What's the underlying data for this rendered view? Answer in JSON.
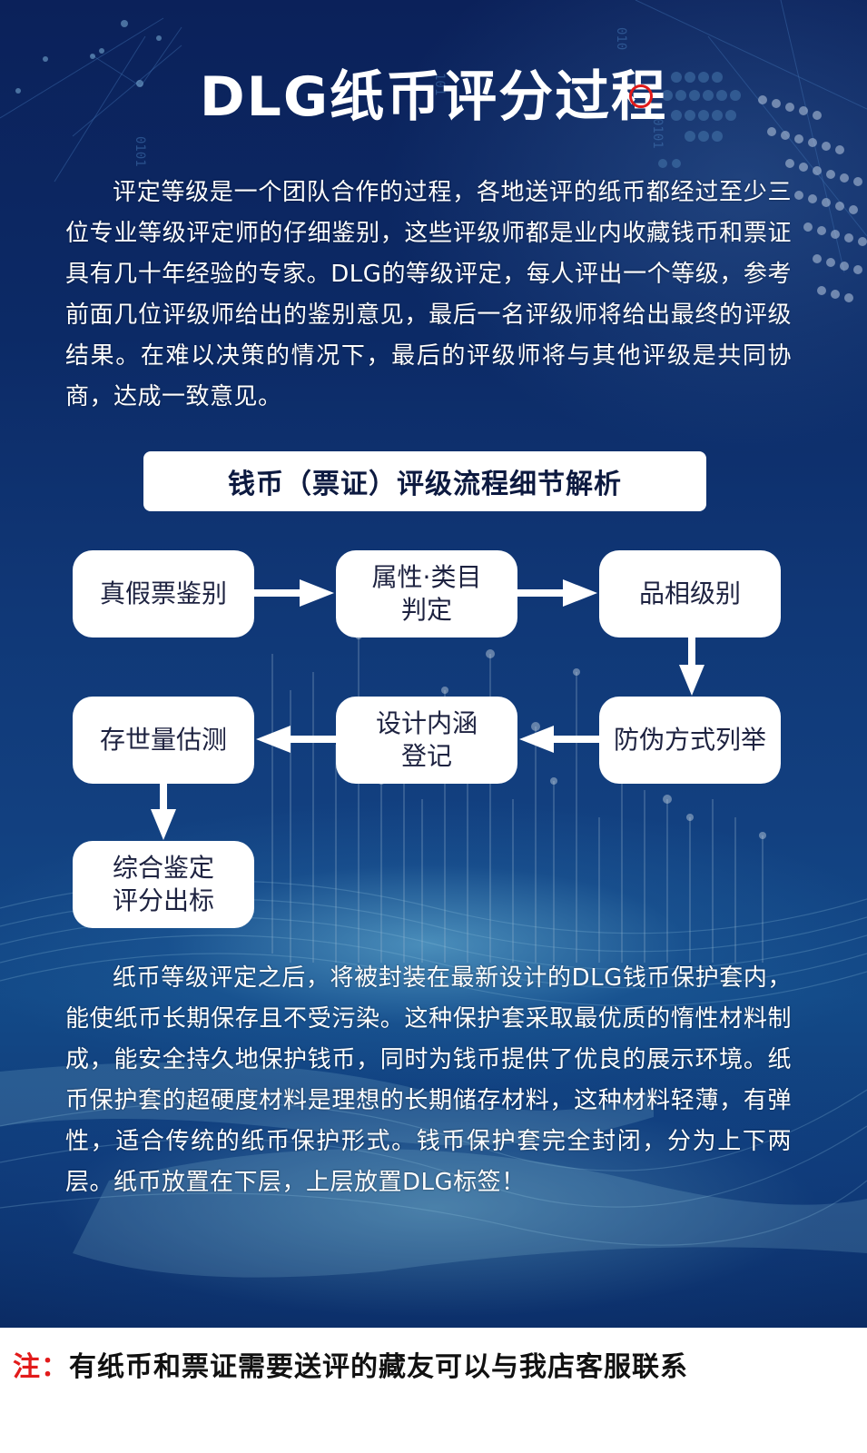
{
  "title": "DLG纸币评分过程",
  "intro_paragraph": "评定等级是一个团队合作的过程，各地送评的纸币都经过至少三位专业等级评定师的仔细鉴别，这些评级师都是业内收藏钱币和票证具有几十年经验的专家。DLG的等级评定，每人评出一个等级，参考前面几位评级师给出的鉴别意见，最后一名评级师将给出最终的评级结果。在难以决策的情况下，最后的评级师将与其他评级是共同协商，达成一致意见。",
  "section_heading": "钱币（票证）评级流程细节解析",
  "flow": {
    "steps": [
      {
        "lines": [
          "真假票鉴别"
        ]
      },
      {
        "lines": [
          "属性·类目",
          "判定"
        ]
      },
      {
        "lines": [
          "品相级别"
        ]
      },
      {
        "lines": [
          "防伪方式列举"
        ]
      },
      {
        "lines": [
          "设计内涵",
          "登记"
        ]
      },
      {
        "lines": [
          "存世量估测"
        ]
      },
      {
        "lines": [
          "综合鉴定",
          "评分出标"
        ]
      }
    ]
  },
  "closing_paragraph": "纸币等级评定之后，将被封装在最新设计的DLG钱币保护套内，能使纸币长期保存且不受污染。这种保护套采取最优质的惰性材料制成，能安全持久地保护钱币，同时为钱币提供了优良的展示环境。纸币保护套的超硬度材料是理想的长期储存材料，这种材料轻薄，有弹性，适合传统的纸币保护形式。钱币保护套完全封闭，分为上下两层。纸币放置在下层，上层放置DLG标签！",
  "note": {
    "label": "注：",
    "text": "有纸币和票证需要送评的藏友可以与我店客服联系"
  },
  "colors": {
    "background_top": "#0b215a",
    "background_mid": "#134a88",
    "node_fill": "#ffffff",
    "node_text": "#1d2240",
    "note_label": "#e21b1b",
    "title_mark": "#e11a1a"
  }
}
